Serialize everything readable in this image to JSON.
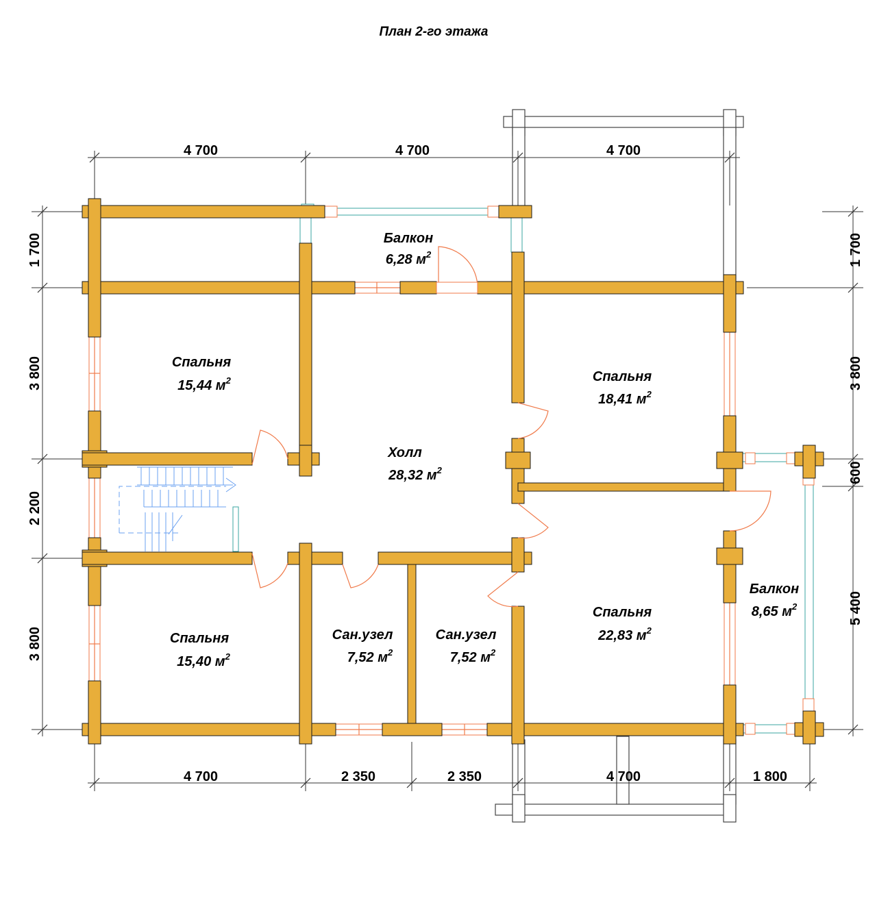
{
  "title": "План 2-го этажа",
  "units_note": "м",
  "rooms": [
    {
      "id": "balcony-top",
      "name": "Балкон",
      "area": "6,28 м"
    },
    {
      "id": "bedroom-nw",
      "name": "Спальня",
      "area": "15,44 м"
    },
    {
      "id": "hall",
      "name": "Холл",
      "area": "28,32 м"
    },
    {
      "id": "bedroom-ne",
      "name": "Спальня",
      "area": "18,41 м"
    },
    {
      "id": "bedroom-sw",
      "name": "Спальня",
      "area": "15,40 м"
    },
    {
      "id": "bath-1",
      "name": "Сан.узел",
      "area": "7,52 м"
    },
    {
      "id": "bath-2",
      "name": "Сан.узел",
      "area": "7,52 м"
    },
    {
      "id": "bedroom-se",
      "name": "Спальня",
      "area": "22,83 м"
    },
    {
      "id": "balcony-east",
      "name": "Балкон",
      "area": "8,65 м"
    }
  ],
  "area_superscript": "2",
  "dimensions": {
    "top": [
      "4 700",
      "4 700",
      "4 700"
    ],
    "bottom": [
      "4 700",
      "2 350",
      "2 350",
      "4 700",
      "1 800"
    ],
    "left": [
      "1 700",
      "3 800",
      "2 200",
      "3 800"
    ],
    "right": [
      "1 700",
      "3 800",
      "600",
      "5 400"
    ]
  },
  "colors": {
    "wall": "#e8ae3a",
    "window_frame": "#f07a4a",
    "glazing": "#3aa6a0",
    "stair": "#6aa0f0"
  }
}
